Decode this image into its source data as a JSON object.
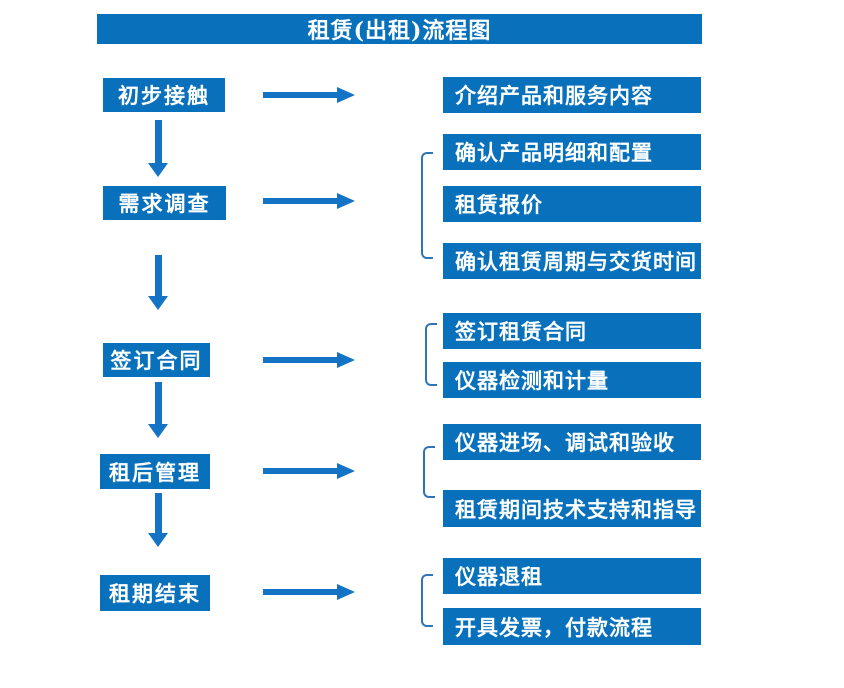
{
  "header": {
    "title": "租赁(出租)流程图"
  },
  "colors": {
    "box_blue": "#0971BC",
    "arrow_blue": "#1473C5",
    "bracket_blue": "#2E75B6",
    "text_white": "#FFFFFF",
    "background": "#FFFFFF"
  },
  "stages": [
    {
      "label": "初步接触",
      "outputs": [
        "介绍产品和服务内容"
      ]
    },
    {
      "label": "需求调查",
      "outputs": [
        "确认产品明细和配置",
        "租赁报价",
        "确认租赁周期与交货时间"
      ]
    },
    {
      "label": "签订合同",
      "outputs": [
        "签订租赁合同",
        "仪器检测和计量"
      ]
    },
    {
      "label": "租后管理",
      "outputs": [
        "仪器进场、调试和验收",
        "租赁期间技术支持和指导"
      ]
    },
    {
      "label": "租期结束",
      "outputs": [
        "仪器退租",
        "开具发票，付款流程"
      ]
    }
  ]
}
